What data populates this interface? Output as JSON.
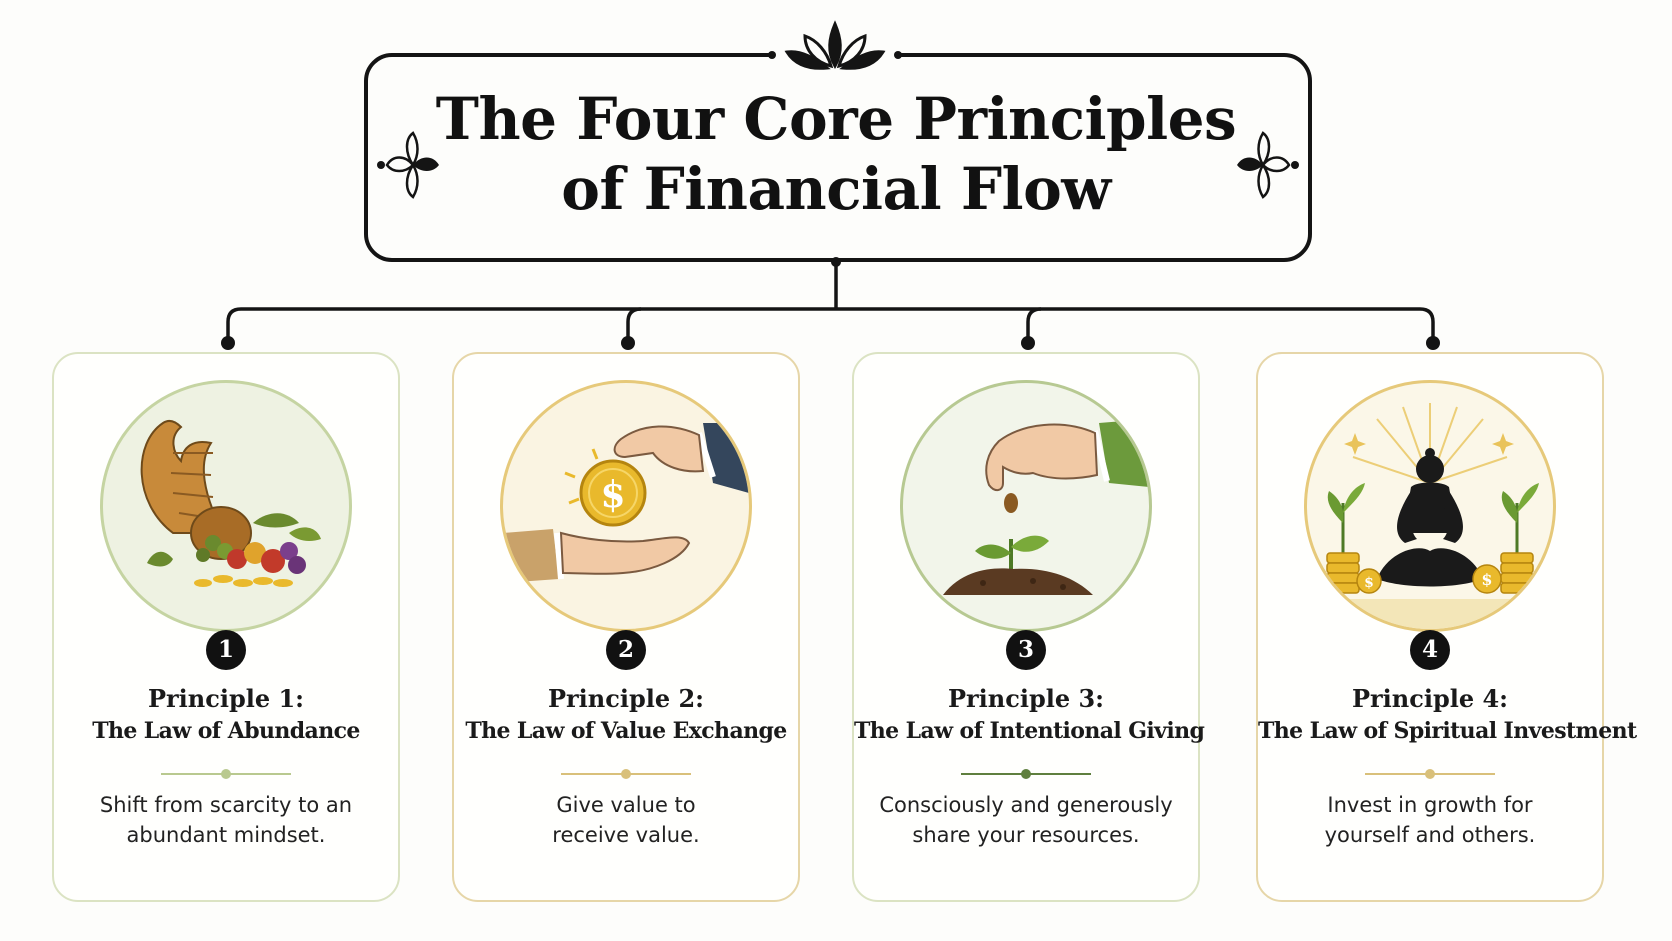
{
  "title": {
    "line1": "The Four Core Principles",
    "line2": "of Financial Flow"
  },
  "principles": [
    {
      "number": "1",
      "label": "Principle 1:",
      "name": "The Law of Abundance",
      "desc_line1": "Shift from scarcity to an",
      "desc_line2": "abundant mindset.",
      "illustration": "cornucopia-icon",
      "accent": "#b9c98f"
    },
    {
      "number": "2",
      "label": "Principle 2:",
      "name": "The Law of Value Exchange",
      "desc_line1": "Give value to",
      "desc_line2": "receive value.",
      "illustration": "coin-exchange-icon",
      "accent": "#d9c07a"
    },
    {
      "number": "3",
      "label": "Principle 3:",
      "name": "The Law of Intentional Giving",
      "desc_line1": "Consciously and generously",
      "desc_line2": "share your resources.",
      "illustration": "seedling-icon",
      "accent": "#5f7f3e"
    },
    {
      "number": "4",
      "label": "Principle 4:",
      "name": "The Law of Spiritual Investment",
      "desc_line1": "Invest in growth for",
      "desc_line2": "yourself and others.",
      "illustration": "meditation-icon",
      "accent": "#d9c07a"
    }
  ],
  "colors": {
    "ink": "#111111",
    "sage": "#dbe3c3",
    "gold": "#e6d6a8",
    "coin": "#e9b92c"
  }
}
